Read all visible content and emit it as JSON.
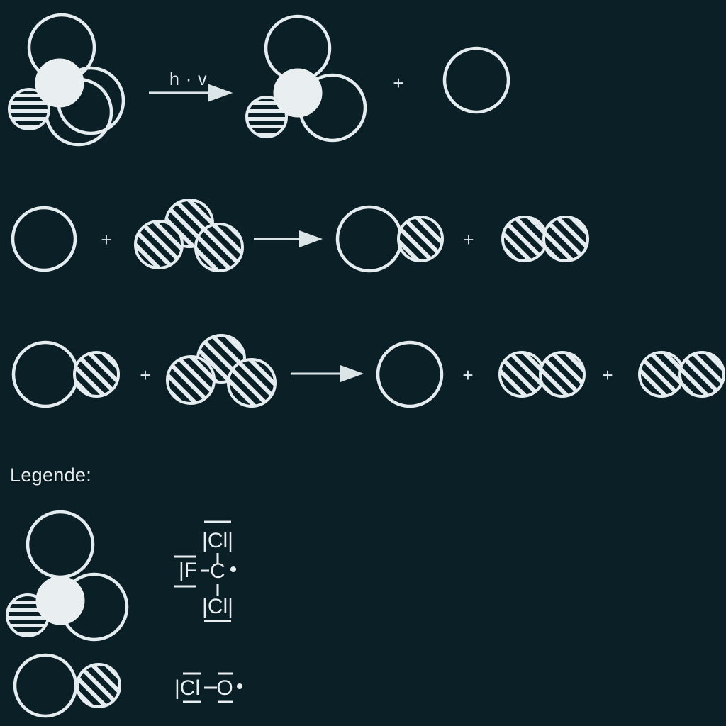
{
  "figure": {
    "background_color": "#0a1f26",
    "stroke_color": "#e4ecef",
    "carbon_fill": "#e9eef0",
    "title_hidden": true
  },
  "legend": {
    "heading": "Legende:",
    "entries": [
      {
        "model_name": "CFCl2-radical-model",
        "lewis": {
          "top_atom": "Cl",
          "left_atom": "F",
          "center_atom": "C",
          "bottom_atom": "Cl",
          "radical_dot": "•",
          "top_label": "|Cl|",
          "left_label": "|F",
          "center_label": "C",
          "bottom_label": "|Cl|"
        }
      },
      {
        "model_name": "ClO-radical-model",
        "lewis": {
          "left_label": "|Cl",
          "bond": "—",
          "right_label": "O",
          "radical_dot": "•"
        }
      }
    ]
  },
  "reactions": [
    {
      "id": "reaction-1",
      "arrow_label": "h · v",
      "plus_symbol": "+",
      "reactants": [
        {
          "species": "CFCl3",
          "atoms": [
            "Cl",
            "Cl",
            "Cl",
            "C",
            "F"
          ]
        }
      ],
      "products": [
        {
          "species": "CFCl2",
          "atoms": [
            "Cl",
            "Cl",
            "C",
            "F"
          ]
        },
        {
          "species": "Cl",
          "atoms": [
            "Cl"
          ]
        }
      ]
    },
    {
      "id": "reaction-2",
      "arrow_label": "",
      "plus_symbol": "+",
      "reactants": [
        {
          "species": "Cl",
          "atoms": [
            "Cl"
          ]
        },
        {
          "species": "O3",
          "atoms": [
            "O",
            "O",
            "O"
          ]
        }
      ],
      "products": [
        {
          "species": "ClO",
          "atoms": [
            "Cl",
            "O"
          ]
        },
        {
          "species": "O2",
          "atoms": [
            "O",
            "O"
          ]
        }
      ]
    },
    {
      "id": "reaction-3",
      "arrow_label": "",
      "plus_symbol": "+",
      "reactants": [
        {
          "species": "ClO",
          "atoms": [
            "Cl",
            "O"
          ]
        },
        {
          "species": "O3",
          "atoms": [
            "O",
            "O",
            "O"
          ]
        }
      ],
      "products": [
        {
          "species": "Cl",
          "atoms": [
            "Cl"
          ]
        },
        {
          "species": "O2",
          "atoms": [
            "O",
            "O"
          ]
        },
        {
          "species": "O2",
          "atoms": [
            "O",
            "O"
          ]
        }
      ]
    }
  ],
  "atom_styles": {
    "Cl": "open-circle",
    "C": "solid-white-circle",
    "F": "horizontal-hatched-circle",
    "O": "diagonal-hatched-circle"
  }
}
